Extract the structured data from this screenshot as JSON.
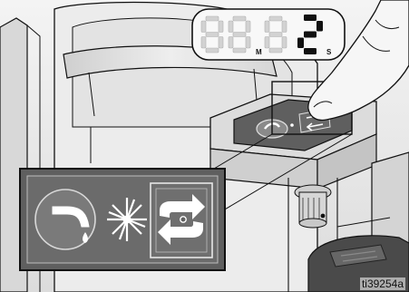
{
  "display": {
    "ghost_digits": [
      "8",
      "8",
      "8"
    ],
    "active_digit": "2",
    "minutes_unit": "M",
    "seconds_unit": "S"
  },
  "figure_id": "ti39254a",
  "colors": {
    "panel_dark": "#5f5f5f",
    "body_light": "#e9e9e9",
    "outline": "#111111",
    "ghost_segment": "#d2d2d2"
  },
  "icons": [
    "flush-valve-icon",
    "spray-burst-icon",
    "recirculate-arrows-icon"
  ]
}
